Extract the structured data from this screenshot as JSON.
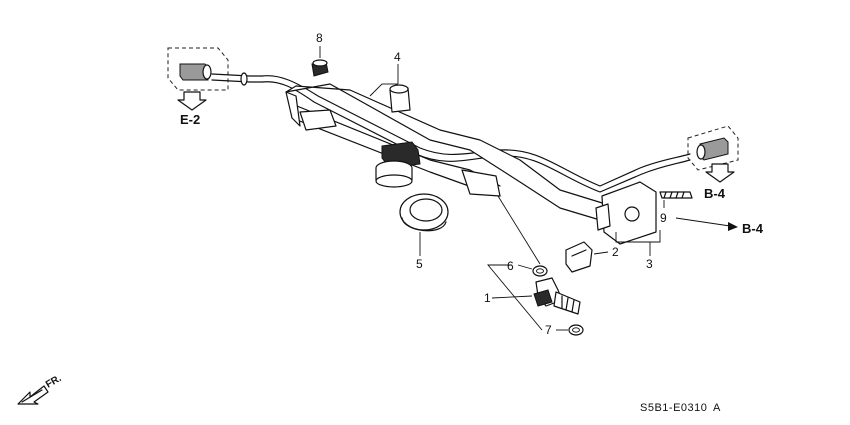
{
  "callouts": {
    "c1": "1",
    "c2": "2",
    "c3": "3",
    "c4": "4",
    "c5": "5",
    "c6": "6",
    "c7": "7",
    "c8": "8",
    "c9": "9"
  },
  "references": {
    "e2": "E-2",
    "b4_upper": "B-4",
    "b4_right": "B-4"
  },
  "direction": {
    "front": "FR."
  },
  "diagram_code": "S5B1-E0310",
  "revision": "A"
}
